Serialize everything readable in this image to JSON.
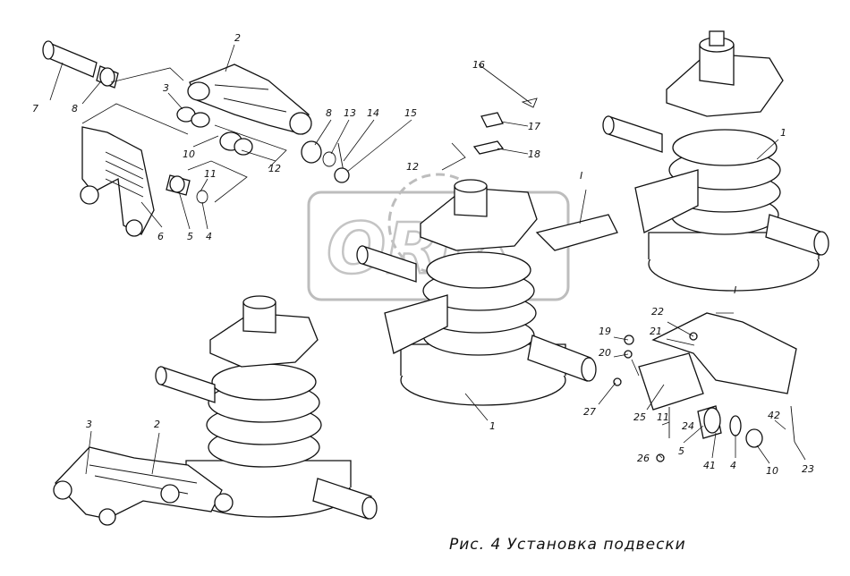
{
  "caption": "Рис. 4 Установка подвески",
  "watermark": "ORIX",
  "callouts": {
    "c1a": "1",
    "c1b": "1",
    "c2a": "2",
    "c2b": "2",
    "c3a": "3",
    "c3b": "3",
    "c4a": "4",
    "c4b": "4",
    "c5a": "5",
    "c5b": "5",
    "c6": "6",
    "c7": "7",
    "c8a": "8",
    "c8b": "8",
    "c10a": "10",
    "c10b": "10",
    "c11a": "11",
    "c11b": "11",
    "c12a": "12",
    "c12b": "12",
    "c13": "13",
    "c14": "14",
    "c15": "15",
    "c16": "16",
    "c17": "17",
    "c18": "18",
    "c19": "19",
    "c20": "20",
    "c21": "21",
    "c22": "22",
    "c23": "23",
    "c24": "24",
    "c25": "25",
    "c26": "26",
    "c27": "27",
    "c41": "41",
    "c42": "42",
    "detailA": "I",
    "detailB": "I"
  }
}
